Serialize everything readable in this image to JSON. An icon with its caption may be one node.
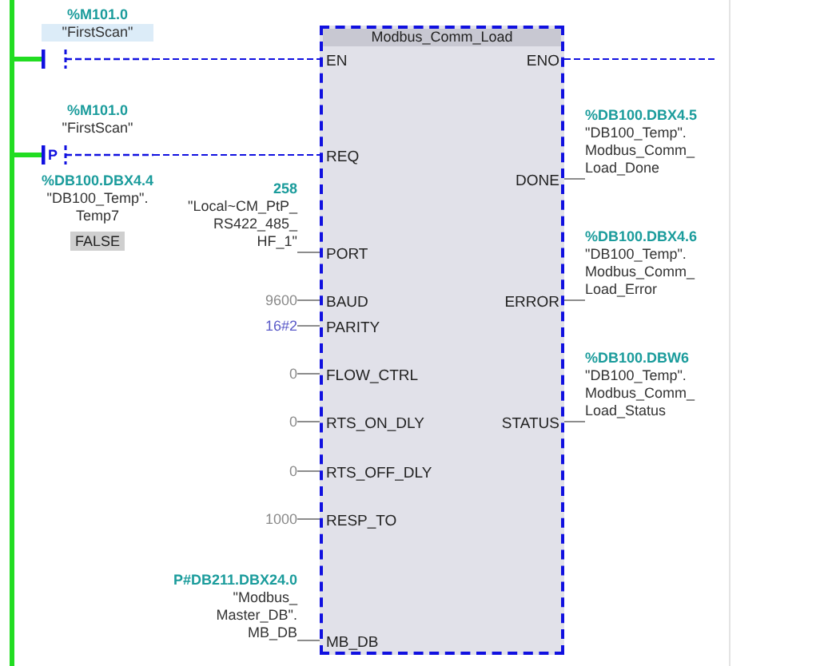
{
  "diagram": {
    "nodes": [
      {
        "text": [],
        "shape": "bar"
      },
      {
        "text": [
          "%M101.0",
          "\"FirstScan\""
        ]
      },
      {
        "text": [
          "%M101.0",
          "\"FirstScan\"",
          "P",
          "%DB100.DBX4.4",
          "\"DB100_Temp\". Temp7",
          "FALSE"
        ]
      },
      {
        "text": [
          "Modbus_Comm_Load"
        ]
      },
      {
        "text": [
          "EN"
        ],
        "in": 3
      },
      {
        "text": [
          "ENO"
        ],
        "in": 3
      },
      {
        "text": [
          "REQ"
        ],
        "in": 3
      },
      {
        "text": [
          "DONE"
        ],
        "in": 3
      },
      {
        "text": [
          "PORT"
        ],
        "in": 3
      },
      {
        "text": [
          "BAUD"
        ],
        "in": 3
      },
      {
        "text": [
          "ERROR"
        ],
        "in": 3
      },
      {
        "text": [
          "PARITY"
        ],
        "in": 3
      },
      {
        "text": [
          "FLOW_CTRL"
        ],
        "in": 3
      },
      {
        "text": [
          "RTS_ON_DLY"
        ],
        "in": 3
      },
      {
        "text": [
          "STATUS"
        ],
        "in": 3
      },
      {
        "text": [
          "RTS_OFF_DLY"
        ],
        "in": 3
      },
      {
        "text": [
          "RESP_TO"
        ],
        "in": 3
      },
      {
        "text": [
          "MB_DB"
        ],
        "in": 3
      },
      {
        "text": [
          "%DB100.DBX4.5",
          "\"DB100_Temp\". Modbus_Comm_ Load_Done"
        ]
      },
      {
        "text": [
          "258",
          "\"Local~CM_PtP_ RS422_485_ HF_1\""
        ]
      },
      {
        "text": [
          "%DB100.DBX4.6",
          "\"DB100_Temp\". Modbus_Comm_ Load_Error"
        ]
      },
      {
        "text": [
          "9600"
        ]
      },
      {
        "text": [
          "16#2"
        ]
      },
      {
        "text": [
          "%DB100.DBW6",
          "\"DB100_Temp\". Modbus_Comm_ Load_Status"
        ]
      },
      {
        "text": [
          "0"
        ]
      },
      {
        "text": [
          "0"
        ]
      },
      {
        "text": [
          "0"
        ]
      },
      {
        "text": [
          "1000"
        ]
      },
      {
        "text": [
          "P#DB211.DBX24.0",
          "\"Modbus_ Master_DB\". MB_DB"
        ]
      }
    ],
    "edges": [
      {
        "from": 0,
        "to": 1,
        "arrow": "none",
        "style": "thick",
        "color": "#22dd22"
      },
      {
        "from": 1,
        "to": 4,
        "arrow": "none",
        "style": "dashed",
        "color": "#1010e0"
      },
      {
        "from": 0,
        "to": 2,
        "arrow": "none",
        "style": "thick",
        "color": "#22dd22"
      },
      {
        "from": 2,
        "to": 6,
        "arrow": "none",
        "style": "dashed",
        "color": "#1010e0"
      },
      {
        "from": 5,
        "to": null,
        "arrow": "none",
        "style": "dashed",
        "color": "#1010e0"
      },
      {
        "from": 19,
        "to": 8,
        "arrow": "none"
      },
      {
        "from": 21,
        "to": 9,
        "arrow": "none"
      },
      {
        "from": 22,
        "to": 11,
        "arrow": "none"
      },
      {
        "from": 24,
        "to": 12,
        "arrow": "none"
      },
      {
        "from": 25,
        "to": 13,
        "arrow": "none"
      },
      {
        "from": 26,
        "to": 15,
        "arrow": "none"
      },
      {
        "from": 27,
        "to": 16,
        "arrow": "none"
      },
      {
        "from": 28,
        "to": 17,
        "arrow": "none"
      },
      {
        "from": 7,
        "to": 18,
        "arrow": "none"
      },
      {
        "from": 10,
        "to": 20,
        "arrow": "none"
      },
      {
        "from": 14,
        "to": 23,
        "arrow": "none"
      }
    ]
  }
}
